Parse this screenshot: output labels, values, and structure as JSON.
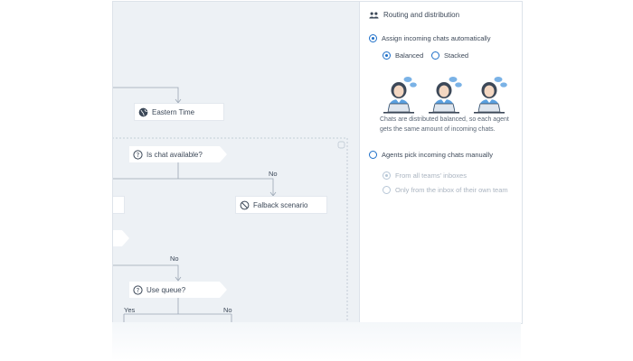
{
  "flow": {
    "timezone_node": "Eastern Time",
    "availability_node": "Is chat available?",
    "fallback_node": "Falback scenario",
    "queue_node": "Use queue?",
    "labels": {
      "no_1": "No",
      "no_2": "No",
      "yes": "Yes",
      "no_3": "No"
    }
  },
  "panel": {
    "title": "Routing and distribution",
    "auto_label": "Assign incoming chats automatically",
    "balanced_label": "Balanced",
    "stacked_label": "Stacked",
    "description": "Chats are distributed balanced, so each agent gets the same amount of incoming chats.",
    "manual_label": "Agents pick incoming chats manually",
    "from_all_label": "From all teams' inboxes",
    "own_team_label": "Only from the inbox of their own team"
  },
  "colors": {
    "accent": "#1e6fc8",
    "canvas": "#edf1f5",
    "text": "#3c4858"
  }
}
